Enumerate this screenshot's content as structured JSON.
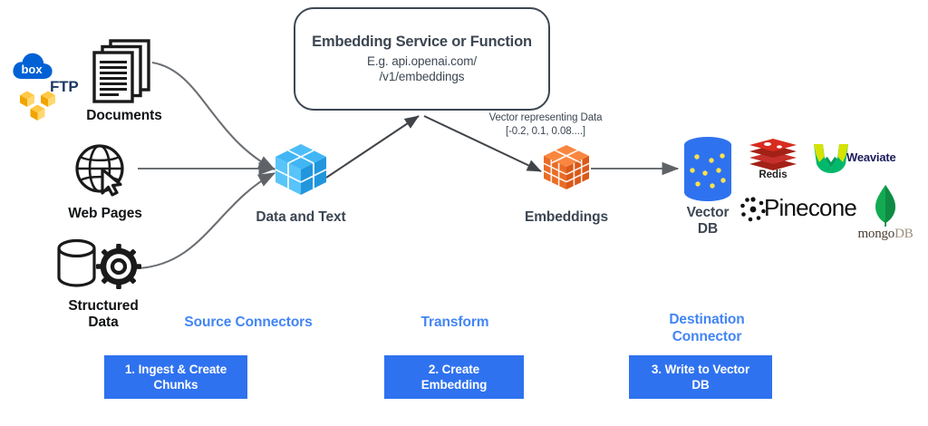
{
  "diagram": {
    "title_box": {
      "title": "Embedding Service or Function",
      "subtitle_line1": "E.g. api.openai.com/",
      "subtitle_line2": "/v1/embeddings"
    },
    "annotation": {
      "line1": "Vector representing Data",
      "line2": "[-0.2, 0.1, 0.08....]"
    },
    "sources": [
      {
        "id": "documents",
        "label": "Documents",
        "icon": "documents-stack-icon"
      },
      {
        "id": "web-pages",
        "label": "Web Pages",
        "icon": "globe-cursor-icon"
      },
      {
        "id": "structured-data",
        "label": "Structured\nData",
        "label_line1": "Structured",
        "label_line2": "Data",
        "icon": "database-gear-icon"
      }
    ],
    "connectors_badges": {
      "box_logo": "box-cloud-icon",
      "ftp_label": "FTP",
      "s3_logo": "yellow-cubes-icon"
    },
    "nodes": [
      {
        "id": "data-and-text",
        "label": "Data and Text",
        "icon": "blue-cube-icon",
        "color": "#34a3f0"
      },
      {
        "id": "embeddings",
        "label": "Embeddings",
        "icon": "orange-cube-icon",
        "color": "#f07134"
      },
      {
        "id": "vector-db",
        "label_line1": "Vector",
        "label_line2": "DB",
        "icon": "vector-db-cylinder-icon",
        "color": "#2f72ef"
      }
    ],
    "vendors": [
      {
        "id": "redis",
        "label": "Redis",
        "color": "#d62d20"
      },
      {
        "id": "weaviate",
        "label": "Weaviate",
        "color": "#1c1c5c"
      },
      {
        "id": "pinecone",
        "label": "Pinecone",
        "color": "#111111"
      },
      {
        "id": "mongodb",
        "label_prefix": "mongo",
        "label_suffix": "DB",
        "color": "#12a34a"
      }
    ],
    "stages": [
      {
        "id": "source-connectors",
        "label": "Source Connectors"
      },
      {
        "id": "transform",
        "label": "Transform"
      },
      {
        "id": "destination-connector",
        "label_line1": "Destination",
        "label_line2": "Connector"
      }
    ],
    "steps": [
      {
        "id": "step-1",
        "line1": "1. Ingest & Create",
        "line2": "Chunks"
      },
      {
        "id": "step-2",
        "line1": "2. Create",
        "line2": "Embedding"
      },
      {
        "id": "step-3",
        "line1": "3. Write to Vector",
        "line2": "DB"
      }
    ],
    "colors": {
      "accent_blue": "#4285f4",
      "step_box": "#2f72ef",
      "arrow": "#6b6f73",
      "dark_text": "#3c4652"
    }
  }
}
